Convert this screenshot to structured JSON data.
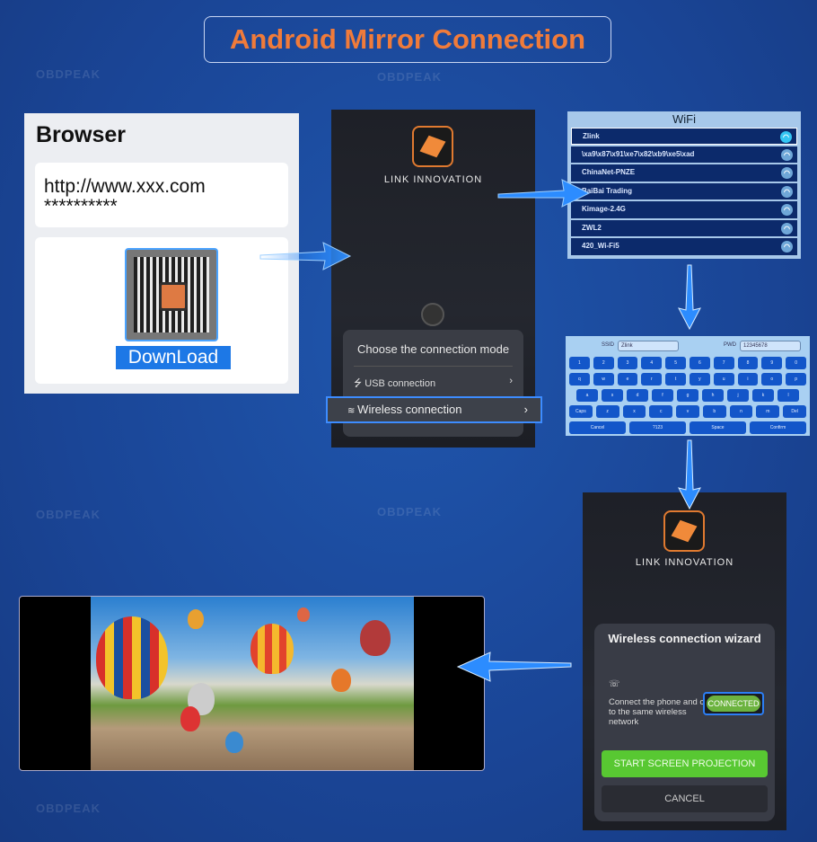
{
  "title": "Android Mirror Connection",
  "watermark": "OBDPEAK",
  "browser": {
    "heading": "Browser",
    "url": "http://www.xxx.com",
    "password": "**********",
    "download_label": "DownLoad"
  },
  "app1": {
    "brand": "LINK INNOVATION",
    "menu_title": "Choose the connection mode",
    "usb_label": "USB connection",
    "wireless_label": "Wireless connection"
  },
  "wifi": {
    "title": "WiFi",
    "networks": [
      "Zlink",
      "\\xa9\\x87\\x91\\xe7\\x82\\xb9\\xe5\\xad",
      "ChinaNet-PNZE",
      "BaiBai Trading",
      "Kimage-2.4G",
      "ZWL2",
      "420_Wi-Fi5"
    ]
  },
  "keyboard": {
    "ssid_label": "SSID",
    "ssid_value": "Zlink",
    "pwd_label": "PWD",
    "pwd_value": "12345678",
    "rows": [
      [
        "1",
        "2",
        "3",
        "4",
        "5",
        "6",
        "7",
        "8",
        "9",
        "0"
      ],
      [
        "q",
        "w",
        "e",
        "r",
        "t",
        "y",
        "u",
        "i",
        "o",
        "p"
      ],
      [
        "a",
        "s",
        "d",
        "f",
        "g",
        "h",
        "j",
        "k",
        "l"
      ],
      [
        "Caps",
        "z",
        "x",
        "c",
        "v",
        "b",
        "n",
        "m",
        "Del"
      ],
      [
        "Cancel",
        "?123",
        "Space",
        "Confirm"
      ]
    ]
  },
  "app2": {
    "brand": "LINK INNOVATION",
    "wizard_title": "Wireless connection wizard",
    "message": "Connect the phone and car to the same wireless network",
    "connected_label": "CONNECTED",
    "start_label": "START SCREEN PROJECTION",
    "cancel_label": "CANCEL"
  },
  "colors": {
    "title": "#f07b3a",
    "background": "#1a4596",
    "accent": "#3d8cff",
    "green": "#58c832"
  }
}
